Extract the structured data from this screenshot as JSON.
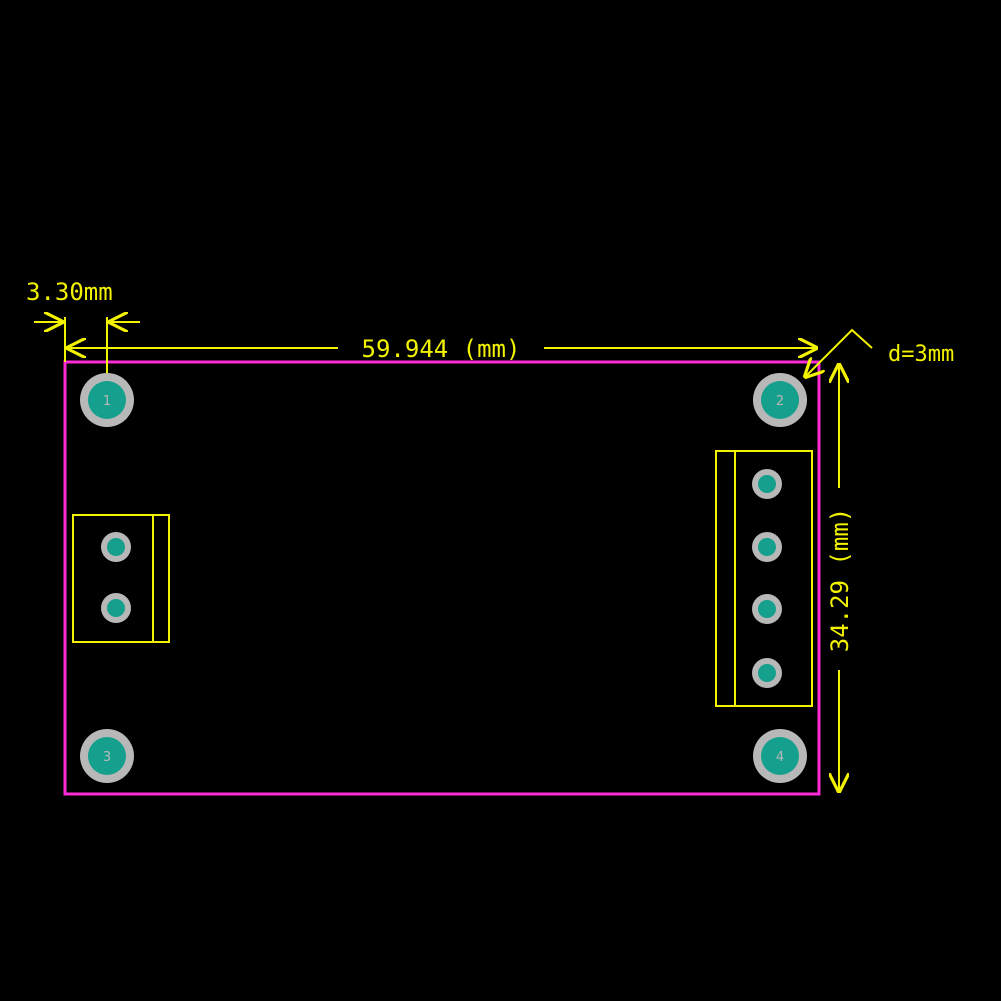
{
  "colors": {
    "background": "#000000",
    "board_outline": "#ff2bd6",
    "dimension": "#f2f200",
    "pad_ring": "#b8b8b8",
    "pad_center": "#14a08c",
    "silkscreen": "#f2f200"
  },
  "dimensions": {
    "offset_label": "3.30mm",
    "width_label": "59.944 (mm)",
    "height_label": "34.29 (mm)",
    "hole_label": "d=3mm"
  },
  "mounting_holes": [
    {
      "label": "1"
    },
    {
      "label": "2"
    },
    {
      "label": "3"
    },
    {
      "label": "4"
    }
  ],
  "connectors": {
    "left_terminal": {
      "pins": 2
    },
    "right_terminal": {
      "pins": 4
    }
  }
}
